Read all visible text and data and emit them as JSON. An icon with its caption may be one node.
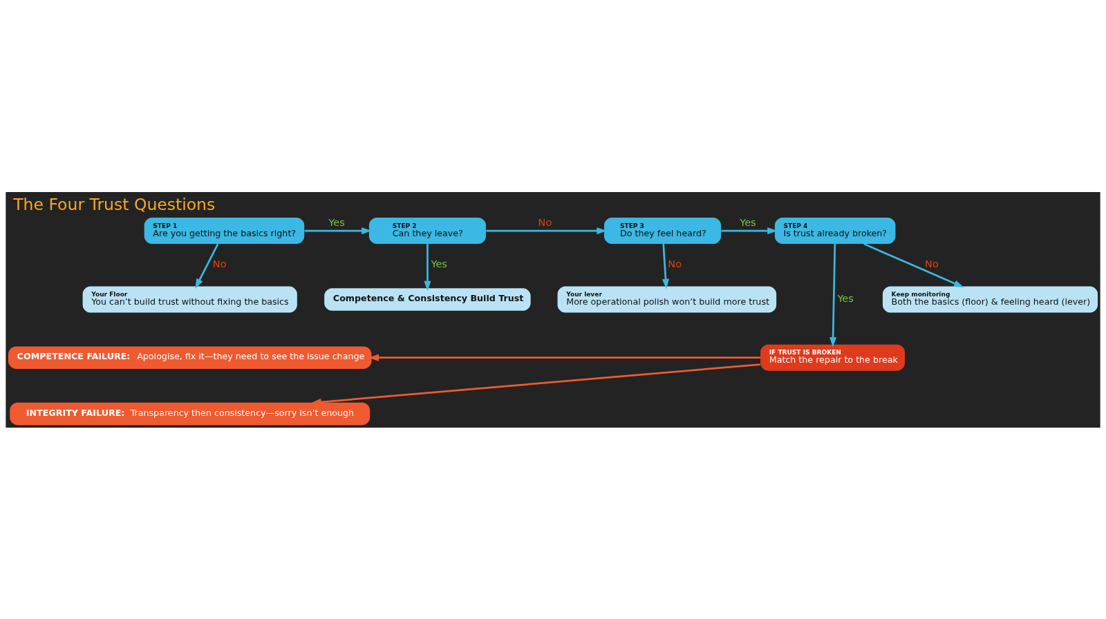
{
  "diagram": {
    "title": "The Four Trust Questions",
    "nodes": [
      {
        "text": [
          "STEP 1",
          "Are you getting the basics right?"
        ]
      },
      {
        "text": [
          "STEP 2",
          "Can they leave?"
        ]
      },
      {
        "text": [
          "STEP 3",
          "Do they feel heard?"
        ]
      },
      {
        "text": [
          "STEP 4",
          "Is trust already broken?"
        ]
      },
      {
        "text": [
          "Your Floor",
          "You can’t build trust without fixing the basics"
        ]
      },
      {
        "text": [
          "Competence & Consistency Build Trust"
        ]
      },
      {
        "text": [
          "Your lever",
          "More operational polish won’t build more trust"
        ]
      },
      {
        "text": [
          "Keep monitoring",
          "Both the basics (floor) & feeling heard (lever)"
        ]
      },
      {
        "text": [
          "COMPETENCE FAILURE:",
          "Apologise, fix it—they need to see the issue change"
        ]
      },
      {
        "text": [
          "INTEGRITY FAILURE:",
          "Transparency then consistency—sorry isn’t enough"
        ]
      },
      {
        "text": [
          "IF TRUST IS BROKEN",
          "Match the repair to the break"
        ]
      }
    ],
    "edges": [
      {
        "from": 0,
        "to": 1,
        "arrow": "to",
        "label": "Yes"
      },
      {
        "from": 1,
        "to": 2,
        "arrow": "to",
        "label": "No"
      },
      {
        "from": 2,
        "to": 3,
        "arrow": "to",
        "label": "Yes"
      },
      {
        "from": 0,
        "to": 4,
        "arrow": "to",
        "label": "No"
      },
      {
        "from": 1,
        "to": 5,
        "arrow": "to",
        "label": "Yes"
      },
      {
        "from": 2,
        "to": 6,
        "arrow": "to",
        "label": "No"
      },
      {
        "from": 3,
        "to": 7,
        "arrow": "to",
        "label": "No"
      },
      {
        "from": 3,
        "to": 10,
        "arrow": "to",
        "label": "Yes"
      },
      {
        "from": 10,
        "to": 8,
        "arrow": "to",
        "color": "#f05a30"
      },
      {
        "from": 10,
        "to": 9,
        "arrow": "to",
        "color": "#f05a30"
      }
    ]
  }
}
